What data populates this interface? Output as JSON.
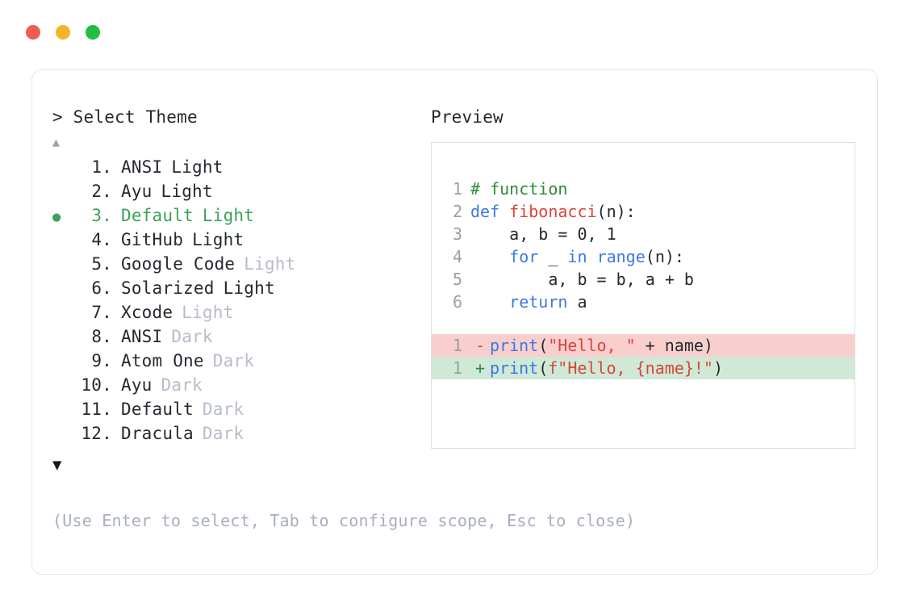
{
  "window": {
    "traffic_lights": [
      {
        "name": "close",
        "color": "#f15b56"
      },
      {
        "name": "minimize",
        "color": "#f5b32a"
      },
      {
        "name": "maximize",
        "color": "#22bd42"
      }
    ]
  },
  "picker": {
    "prompt": "> Select Theme",
    "scroll_up_icon": "▲",
    "scroll_down_icon": "▼",
    "selected_bullet": "●",
    "selected_index": 3,
    "footer_hint": "(Use Enter to select, Tab to configure scope, Esc to close)",
    "options": [
      {
        "index": "1.",
        "name": "ANSI",
        "variant": "Light",
        "dim_variant": false,
        "selected": false
      },
      {
        "index": "2.",
        "name": "Ayu",
        "variant": "Light",
        "dim_variant": false,
        "selected": false
      },
      {
        "index": "3.",
        "name": "Default",
        "variant": "Light",
        "dim_variant": false,
        "selected": true
      },
      {
        "index": "4.",
        "name": "GitHub",
        "variant": "Light",
        "dim_variant": false,
        "selected": false
      },
      {
        "index": "5.",
        "name": "Google Code",
        "variant": "Light",
        "dim_variant": true,
        "selected": false
      },
      {
        "index": "6.",
        "name": "Solarized",
        "variant": "Light",
        "dim_variant": false,
        "selected": false
      },
      {
        "index": "7.",
        "name": "Xcode",
        "variant": "Light",
        "dim_variant": true,
        "selected": false
      },
      {
        "index": "8.",
        "name": "ANSI",
        "variant": "Dark",
        "dim_variant": true,
        "selected": false
      },
      {
        "index": "9.",
        "name": "Atom One",
        "variant": "Dark",
        "dim_variant": true,
        "selected": false
      },
      {
        "index": "10.",
        "name": "Ayu",
        "variant": "Dark",
        "dim_variant": true,
        "selected": false
      },
      {
        "index": "11.",
        "name": "Default",
        "variant": "Dark",
        "dim_variant": true,
        "selected": false
      },
      {
        "index": "12.",
        "name": "Dracula",
        "variant": "Dark",
        "dim_variant": true,
        "selected": false
      }
    ]
  },
  "preview": {
    "label": "Preview",
    "code_lines": [
      {
        "num": "1",
        "tokens": [
          {
            "t": "# function",
            "c": "comment"
          }
        ]
      },
      {
        "num": "2",
        "tokens": [
          {
            "t": "def ",
            "c": "keyword"
          },
          {
            "t": "fibonacci",
            "c": "func"
          },
          {
            "t": "(n):",
            "c": "plain"
          }
        ]
      },
      {
        "num": "3",
        "tokens": [
          {
            "t": "    a, b = ",
            "c": "plain"
          },
          {
            "t": "0",
            "c": "number"
          },
          {
            "t": ", ",
            "c": "plain"
          },
          {
            "t": "1",
            "c": "number"
          }
        ]
      },
      {
        "num": "4",
        "tokens": [
          {
            "t": "    ",
            "c": "plain"
          },
          {
            "t": "for",
            "c": "keyword"
          },
          {
            "t": " _ ",
            "c": "plain"
          },
          {
            "t": "in",
            "c": "keyword"
          },
          {
            "t": " ",
            "c": "plain"
          },
          {
            "t": "range",
            "c": "builtin"
          },
          {
            "t": "(n):",
            "c": "plain"
          }
        ]
      },
      {
        "num": "5",
        "tokens": [
          {
            "t": "        a, b = b, a + b",
            "c": "plain"
          }
        ]
      },
      {
        "num": "6",
        "tokens": [
          {
            "t": "    ",
            "c": "plain"
          },
          {
            "t": "return",
            "c": "keyword"
          },
          {
            "t": " a",
            "c": "plain"
          }
        ]
      }
    ],
    "diff_lines": [
      {
        "num": "1",
        "sign": "-",
        "kind": "removed",
        "tokens": [
          {
            "t": "print",
            "c": "builtin"
          },
          {
            "t": "(",
            "c": "plain"
          },
          {
            "t": "\"Hello, \"",
            "c": "string"
          },
          {
            "t": " + name)",
            "c": "plain"
          }
        ]
      },
      {
        "num": "1",
        "sign": "+",
        "kind": "added",
        "tokens": [
          {
            "t": "print",
            "c": "builtin"
          },
          {
            "t": "(",
            "c": "plain"
          },
          {
            "t": "f\"Hello, {name}!\"",
            "c": "string"
          },
          {
            "t": ")",
            "c": "plain"
          }
        ]
      }
    ]
  }
}
